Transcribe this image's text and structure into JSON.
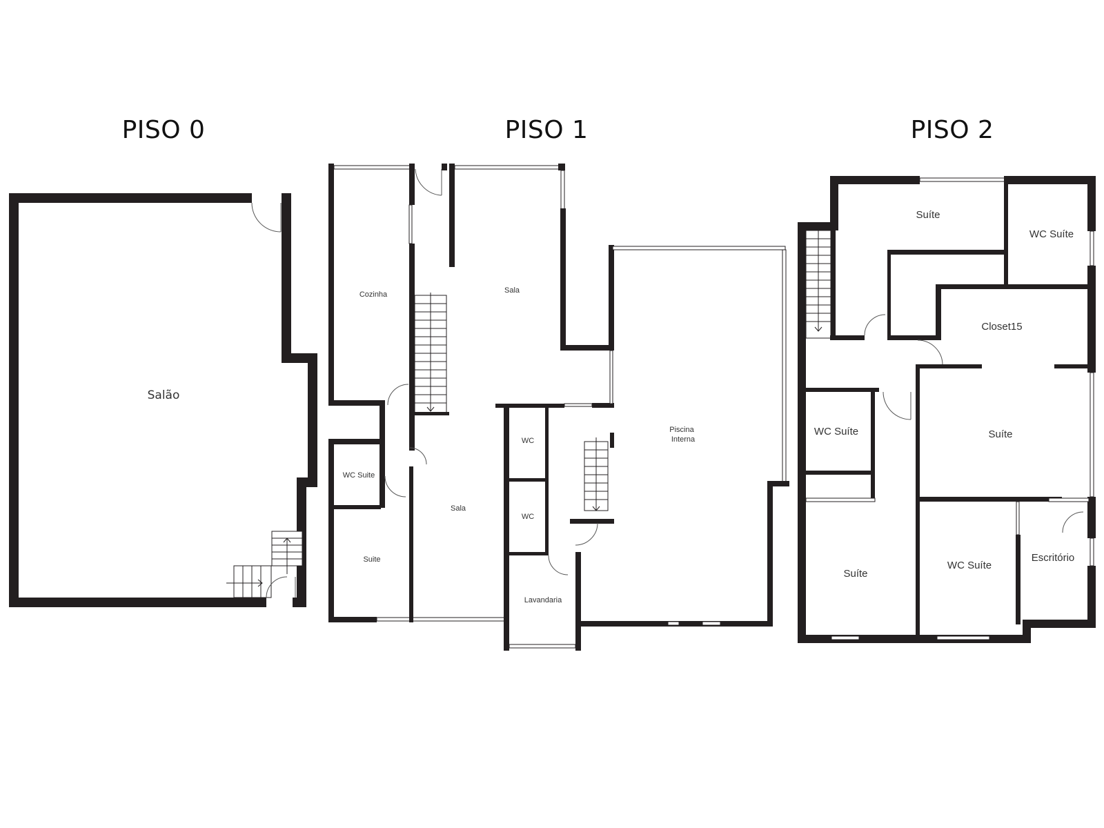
{
  "floors": [
    {
      "title": "PISO 0",
      "rooms": [
        {
          "label": "Salão"
        }
      ]
    },
    {
      "title": "PISO 1",
      "rooms": [
        {
          "label": "Cozinha"
        },
        {
          "label": "Sala"
        },
        {
          "label": "WC Suite"
        },
        {
          "label": "Suite"
        },
        {
          "label": "Sala"
        },
        {
          "label": "WC"
        },
        {
          "label": "WC"
        },
        {
          "label": "Lavandaria"
        },
        {
          "label": "Piscina"
        },
        {
          "label": "Interna"
        }
      ]
    },
    {
      "title": "PISO 2",
      "rooms": [
        {
          "label": "Suíte"
        },
        {
          "label": "WC Suíte"
        },
        {
          "label": "Closet15"
        },
        {
          "label": "WC Suíte"
        },
        {
          "label": "Suíte"
        },
        {
          "label": "Suíte"
        },
        {
          "label": "WC Suíte"
        },
        {
          "label": "Escritório"
        }
      ]
    }
  ],
  "colors": {
    "wall": "#231f20",
    "background": "#ffffff",
    "label": "#333333"
  }
}
